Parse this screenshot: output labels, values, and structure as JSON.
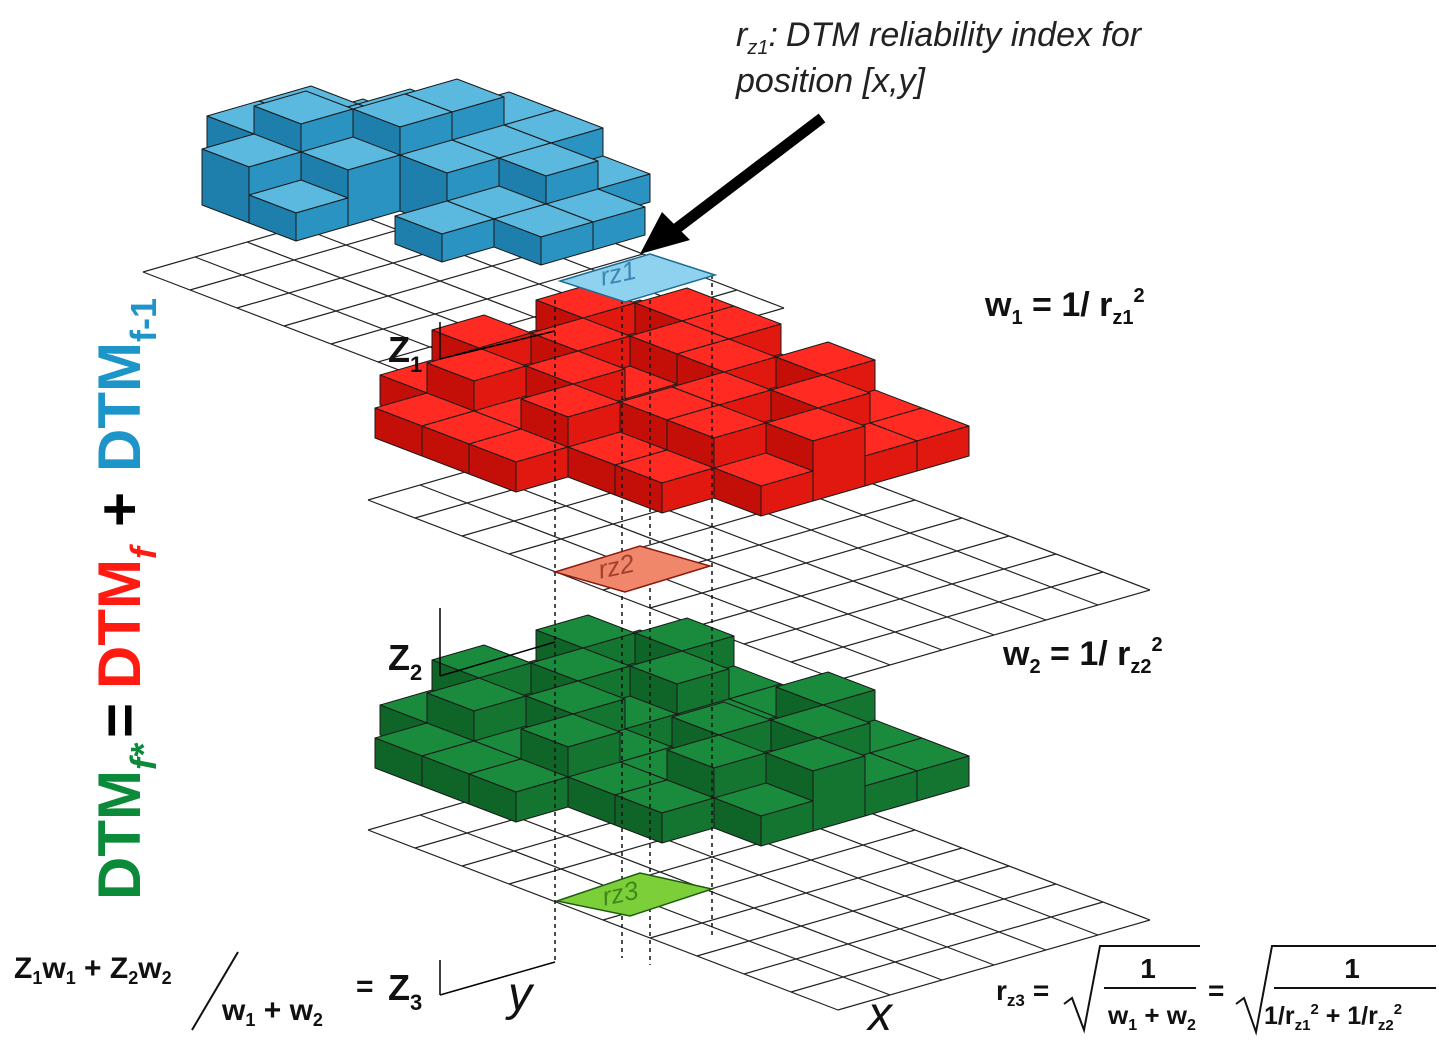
{
  "annotation": {
    "line1": "DTM reliability index for",
    "line2": "position [x,y]",
    "var_base": "r",
    "var_sub": "z1",
    "var_colon": ":"
  },
  "vertical_title": {
    "lhs": "DTM",
    "lhs_sub": "f*",
    "equals": "=",
    "red": "DTM",
    "red_sub": "f",
    "plus": "+",
    "blue": "DTM",
    "blue_sub": "f-1"
  },
  "cells": {
    "top": "rz1",
    "middle": "rz2",
    "bottom": "rz3"
  },
  "z_labels": {
    "z1": {
      "base": "Z",
      "sub": "1"
    },
    "z2": {
      "base": "Z",
      "sub": "2"
    },
    "z3": {
      "base": "Z",
      "sub": "3"
    }
  },
  "weights": {
    "w1": {
      "w": "w",
      "w_sub": "1",
      "rest": " = 1/ r",
      "r_sub": "z1",
      "sup": "2"
    },
    "w2": {
      "w": "w",
      "w_sub": "2",
      "rest": " = 1/ r",
      "r_sub": "z2",
      "sup": "2"
    }
  },
  "axis_labels": {
    "y": "y",
    "x": "x"
  },
  "formula_left": {
    "num": "Z",
    "n1": "1",
    "w": "w",
    "w1": "1",
    "plus": " + ",
    "n2": "2",
    "w2": "2",
    "den_w": "w",
    "den_1": "1",
    "den_plus": " + ",
    "den_2": "2",
    "eq": "=",
    "z3": "Z",
    "z3_sub": "3"
  },
  "formula_right": {
    "lhs": "r",
    "lhs_sub": "z3",
    "eq": "=",
    "one": "1",
    "den1": "w",
    "den1_a": "1",
    "den1_plus": " + ",
    "den1_b": "2",
    "den2_a": "1/r",
    "den2_sub1": "z1",
    "den2_sup": "2",
    "den2_plus": " + ",
    "den2_b": "1/r",
    "den2_sub2": "z2"
  },
  "colors": {
    "blue_top": "#5bb8de",
    "blue_right": "#2a93c2",
    "blue_left": "#1e7fad",
    "red_top": "#ff2b22",
    "red_right": "#e01810",
    "red_left": "#c40e08",
    "green_top": "#1a8a3c",
    "green_right": "#137530",
    "green_left": "#0f6428",
    "cell_blue": "#8fd2ef",
    "cell_red": "#f0876a",
    "cell_green": "#7dcf3a",
    "title_green": "#0b8a3a",
    "title_red": "#ff1a12",
    "title_blue": "#1d95c8"
  },
  "icons": {
    "arrow": "pointer-arrow-icon"
  }
}
